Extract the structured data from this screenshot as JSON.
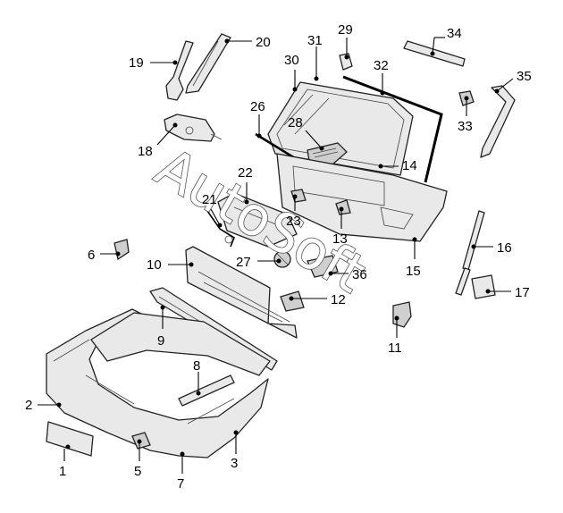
{
  "watermark": "AutoSoft",
  "callouts": [
    {
      "id": "c1",
      "label": "1"
    },
    {
      "id": "c2",
      "label": "2"
    },
    {
      "id": "c3",
      "label": "3"
    },
    {
      "id": "c5",
      "label": "5"
    },
    {
      "id": "c6",
      "label": "6"
    },
    {
      "id": "c7",
      "label": "7"
    },
    {
      "id": "c8",
      "label": "8"
    },
    {
      "id": "c9",
      "label": "9"
    },
    {
      "id": "c10",
      "label": "10"
    },
    {
      "id": "c11",
      "label": "11"
    },
    {
      "id": "c12",
      "label": "12"
    },
    {
      "id": "c13",
      "label": "13"
    },
    {
      "id": "c14",
      "label": "14"
    },
    {
      "id": "c15",
      "label": "15"
    },
    {
      "id": "c16",
      "label": "16"
    },
    {
      "id": "c17",
      "label": "17"
    },
    {
      "id": "c18",
      "label": "18"
    },
    {
      "id": "c19",
      "label": "19"
    },
    {
      "id": "c20",
      "label": "20"
    },
    {
      "id": "c21",
      "label": "21"
    },
    {
      "id": "c22",
      "label": "22"
    },
    {
      "id": "c23",
      "label": "23"
    },
    {
      "id": "c26",
      "label": "26"
    },
    {
      "id": "c27",
      "label": "27"
    },
    {
      "id": "c28",
      "label": "28"
    },
    {
      "id": "c29",
      "label": "29"
    },
    {
      "id": "c30",
      "label": "30"
    },
    {
      "id": "c31",
      "label": "31"
    },
    {
      "id": "c32",
      "label": "32"
    },
    {
      "id": "c33",
      "label": "33"
    },
    {
      "id": "c34",
      "label": "34"
    },
    {
      "id": "c35",
      "label": "35"
    },
    {
      "id": "c36",
      "label": "36"
    }
  ]
}
